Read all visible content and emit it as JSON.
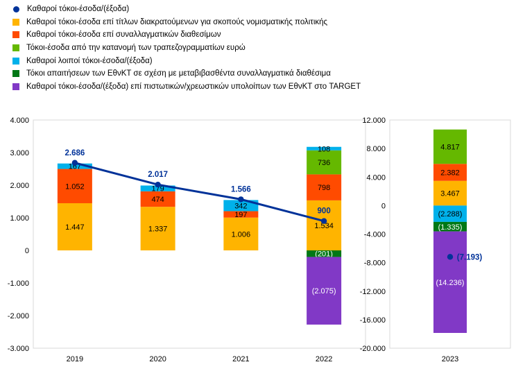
{
  "chart_data": [
    {
      "type": "bar",
      "stacked": true,
      "categories": [
        "2019",
        "2020",
        "2021",
        "2022"
      ],
      "ylim": [
        -3000,
        4000
      ],
      "yticks": [
        -3000,
        -2000,
        -1000,
        0,
        1000,
        2000,
        3000,
        4000
      ],
      "ytick_labels": [
        "-3.000",
        "-2.000",
        "-1.000",
        "0",
        "1.000",
        "2.000",
        "3.000",
        "4.000"
      ],
      "grid": false,
      "legend": "top-left",
      "series": [
        {
          "name": "Καθαροί τόκοι-έσοδα επί τίτλων διακρατούμενων για σκοπούς νομισματικής πολιτικής",
          "values": [
            1447,
            1337,
            1006,
            1534
          ],
          "labels": [
            "1.447",
            "1.337",
            "1.006",
            "1.534"
          ],
          "color": "#FFB400"
        },
        {
          "name": "Καθαροί τόκοι-έσοδα επί συναλλαγματικών διαθεσίμων",
          "values": [
            1052,
            474,
            197,
            798
          ],
          "labels": [
            "1.052",
            "474",
            "197",
            "798"
          ],
          "color": "#FF4B00"
        },
        {
          "name": "Τόκοι-έσοδα από την κατανομή των τραπεζογραμματίων ευρώ",
          "values": [
            0,
            0,
            0,
            736
          ],
          "labels": [
            "",
            "",
            "",
            "736"
          ],
          "color": "#65B800"
        },
        {
          "name": "Καθαροί λοιποί τόκοι-έσοδα/(έξοδα)",
          "values": [
            167,
            179,
            342,
            108
          ],
          "labels": [
            "167",
            "179",
            "342",
            "108"
          ],
          "color": "#00B1EA"
        },
        {
          "name": "Τόκοι απαιτήσεων των ΕθνΚΤ σε σχέση με μεταβιβασθέντα συναλλαγματικά διαθέσιμα",
          "values": [
            0,
            0,
            0,
            -201
          ],
          "labels": [
            "",
            "",
            "",
            "(201)"
          ],
          "color": "#007816"
        },
        {
          "name": "Καθαροί τόκοι-έσοδα/(έξοδα) επί πιστωτικών/χρεωστικών υπολοίπων των ΕθνΚΤ στο TARGET",
          "values": [
            0,
            0,
            0,
            -2075
          ],
          "labels": [
            "",
            "",
            "",
            "(2.075)"
          ],
          "color": "#8139C6"
        }
      ],
      "line": {
        "name": "Καθαροί τόκοι-έσοδα/(έξοδα)",
        "values": [
          2686,
          2017,
          1566,
          900
        ],
        "labels": [
          "2.686",
          "2.017",
          "1.566",
          "900"
        ],
        "color": "#003299"
      }
    },
    {
      "type": "bar",
      "stacked": true,
      "categories": [
        "2023"
      ],
      "ylim": [
        -20000,
        12000
      ],
      "yticks": [
        -20000,
        -16000,
        -12000,
        -8000,
        -4000,
        0,
        4000,
        8000,
        12000
      ],
      "ytick_labels": [
        "-20.000",
        "-16.000",
        "-12.000",
        "-8.000",
        "-4.000",
        "0",
        "4.000",
        "8.000",
        "12.000"
      ],
      "grid": false,
      "series": [
        {
          "name": "Καθαροί τόκοι-έσοδα επί τίτλων διακρατούμενων για σκοπούς νομισματικής πολιτικής",
          "values": [
            3467
          ],
          "labels": [
            "3.467"
          ],
          "color": "#FFB400"
        },
        {
          "name": "Καθαροί τόκοι-έσοδα επί συναλλαγματικών διαθεσίμων",
          "values": [
            2382
          ],
          "labels": [
            "2.382"
          ],
          "color": "#FF4B00"
        },
        {
          "name": "Τόκοι-έσοδα από την κατανομή των τραπεζογραμματίων ευρώ",
          "values": [
            4817
          ],
          "labels": [
            "4.817"
          ],
          "color": "#65B800"
        },
        {
          "name": "Καθαροί λοιποί τόκοι-έσοδα/(έξοδα)",
          "values": [
            -2288
          ],
          "labels": [
            "(2.288)"
          ],
          "color": "#00B1EA"
        },
        {
          "name": "Τόκοι απαιτήσεων των ΕθνΚΤ σε σχέση με μεταβιβασθέντα συναλλαγματικά διαθέσιμα",
          "values": [
            -1335
          ],
          "labels": [
            "(1.335)"
          ],
          "color": "#007816"
        },
        {
          "name": "Καθαροί τόκοι-έσοδα/(έξοδα) επί πιστωτικών/χρεωστικών υπολοίπων των ΕθνΚΤ στο TARGET",
          "values": [
            -14236
          ],
          "labels": [
            "(14.236)"
          ],
          "color": "#8139C6"
        }
      ],
      "line": {
        "name": "Καθαροί τόκοι-έσοδα/(έξοδα)",
        "values": [
          -7193
        ],
        "labels": [
          "(7.193)"
        ],
        "color": "#003299"
      }
    }
  ]
}
